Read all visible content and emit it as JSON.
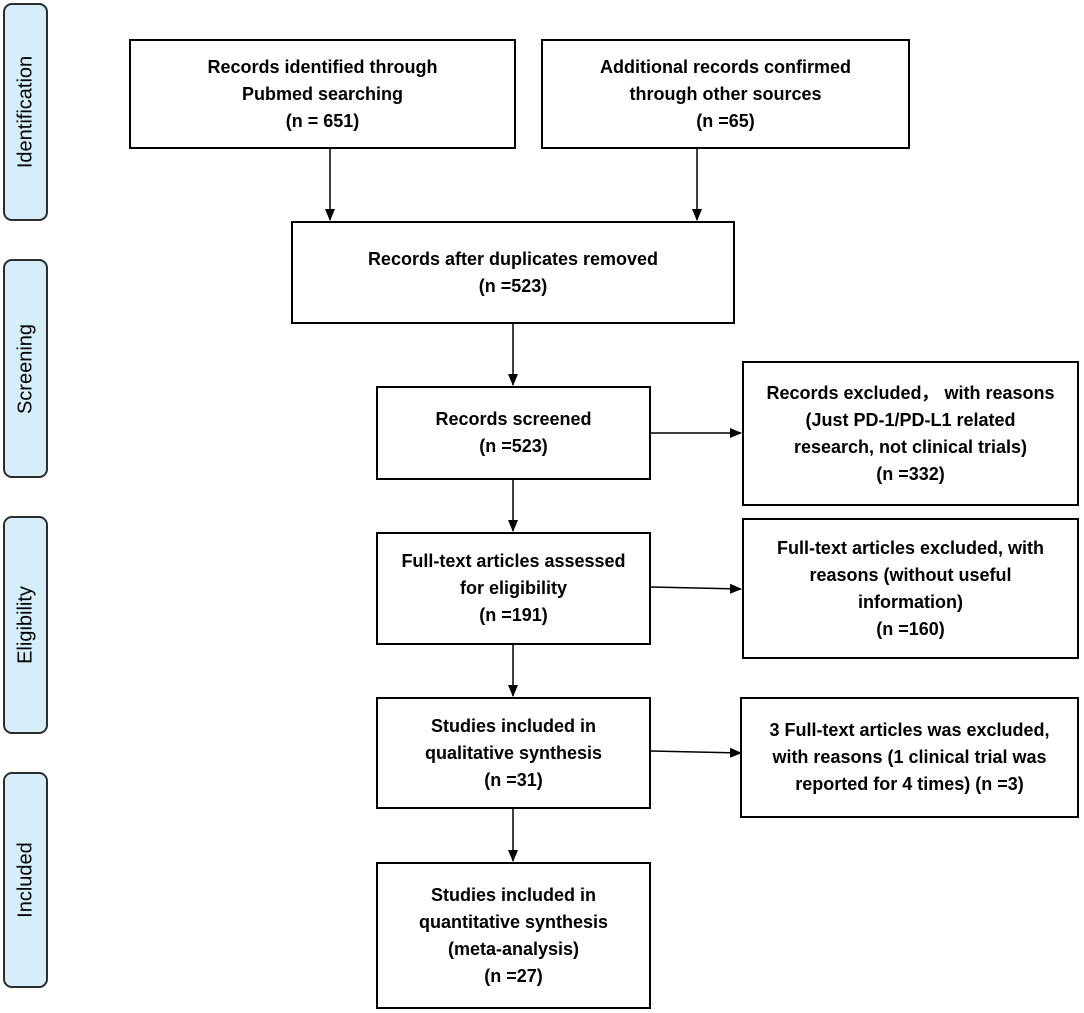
{
  "phases": {
    "identification": "Identification",
    "screening": "Screening",
    "eligibility": "Eligibility",
    "included": "Included"
  },
  "boxes": {
    "pubmed": {
      "lines": [
        "Records identified through",
        "Pubmed searching",
        "(n = 651)"
      ]
    },
    "other_sources": {
      "lines": [
        "Additional records confirmed",
        "through other sources",
        "(n =65)"
      ]
    },
    "duplicates_removed": {
      "lines": [
        "Records after duplicates removed",
        "(n =523)"
      ]
    },
    "screened": {
      "lines": [
        "Records screened",
        "(n =523)"
      ]
    },
    "excluded_screening": {
      "lines": [
        "Records excluded， with reasons",
        "(Just PD-1/PD-L1 related",
        "research, not clinical trials)",
        "(n =332)"
      ]
    },
    "fulltext_assessed": {
      "lines": [
        "Full-text articles assessed",
        "for eligibility",
        "(n =191)"
      ]
    },
    "fulltext_excluded": {
      "lines": [
        "Full-text articles excluded, with",
        "reasons (without useful",
        "information)",
        "(n =160)"
      ]
    },
    "qualitative": {
      "lines": [
        "Studies included in",
        "qualitative synthesis",
        "(n =31)"
      ]
    },
    "duplicate_reports_excluded": {
      "lines": [
        "3 Full-text articles was excluded,",
        "with reasons (1 clinical trial was",
        "reported for 4 times) (n =3)"
      ]
    },
    "quantitative": {
      "lines": [
        "Studies included in",
        "quantitative synthesis",
        "(meta-analysis)",
        "(n =27)"
      ]
    }
  }
}
